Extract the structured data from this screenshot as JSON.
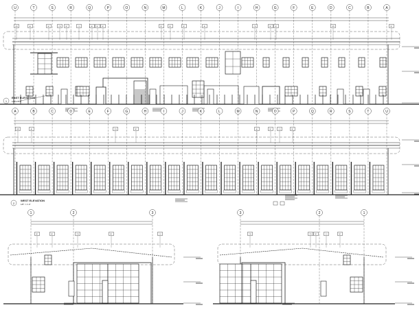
{
  "drawings": [
    {
      "id": "east",
      "number": "1",
      "title": "EAST ELEVATION",
      "scale": "1/8\" = 1'-0\"",
      "grid_labels": [
        "U",
        "T",
        "S",
        "R",
        "Q",
        "P",
        "O",
        "N",
        "M",
        "L",
        "K",
        "J",
        "I",
        "H",
        "G",
        "F",
        "E",
        "D",
        "C",
        "B",
        "A"
      ],
      "tags": [
        "WB",
        "AL",
        "MT",
        "CW",
        "MT",
        "CU",
        "AL",
        "MT",
        "MT",
        "MT",
        "MT",
        "MT",
        "AL",
        "CW",
        "MT",
        "MT",
        "WB",
        "MT"
      ]
    },
    {
      "id": "west",
      "number": "2",
      "title": "WEST ELEVATION",
      "scale": "1/8\" = 1'-0\"",
      "grid_labels": [
        "A",
        "B",
        "C",
        "D",
        "E",
        "F",
        "G",
        "H",
        "I",
        "J",
        "K",
        "L",
        "M",
        "N",
        "O",
        "P",
        "Q",
        "R",
        "S",
        "T",
        "U"
      ],
      "tags": [
        "WB",
        "AL",
        "CW",
        "MT",
        "AL",
        "MT",
        "CU",
        "MT"
      ]
    },
    {
      "id": "north",
      "grid_labels": [
        "1",
        "2",
        "3"
      ],
      "tags": [
        "MT",
        "MT",
        "CW",
        "MT",
        "CU"
      ]
    },
    {
      "id": "south",
      "grid_labels": [
        "3",
        "2",
        "1"
      ],
      "tags": [
        "CW",
        "CW",
        "MT",
        "CU",
        "MT"
      ]
    }
  ]
}
